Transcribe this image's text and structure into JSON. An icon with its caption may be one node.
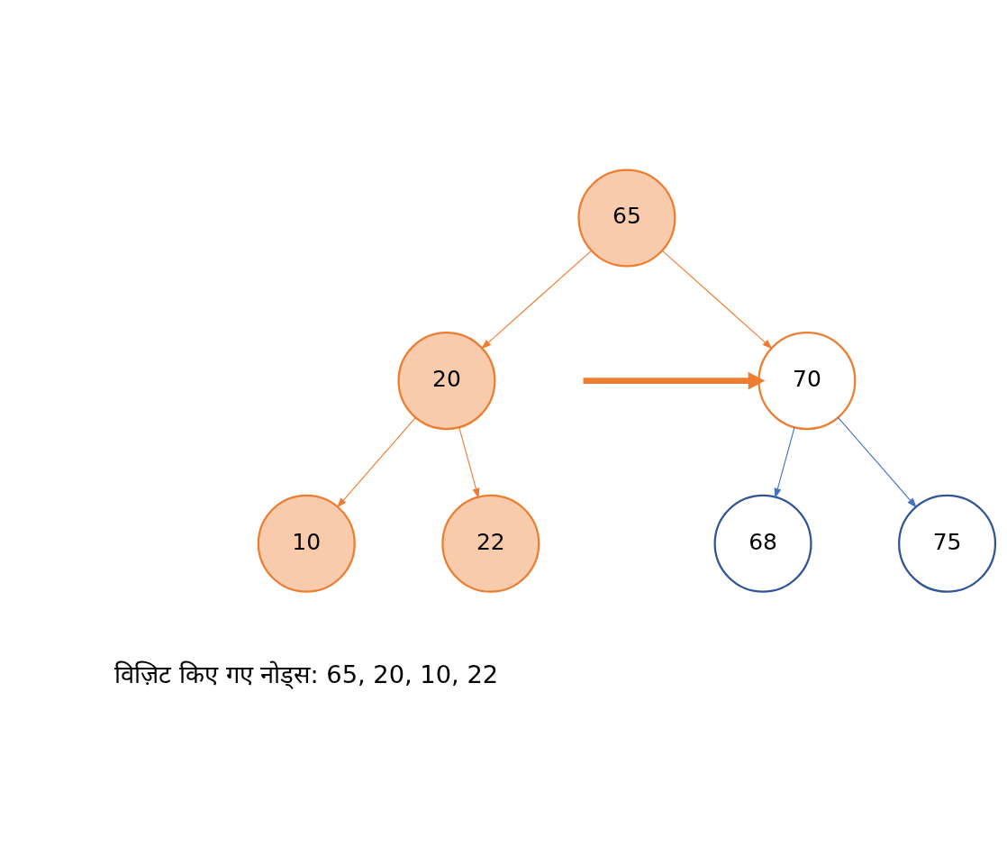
{
  "diagram": {
    "nodes": [
      {
        "text": [
          "65"
        ]
      },
      {
        "text": [
          "20"
        ]
      },
      {
        "text": [
          "70"
        ]
      },
      {
        "text": [
          "10"
        ]
      },
      {
        "text": [
          "22"
        ]
      },
      {
        "text": [
          "68"
        ]
      },
      {
        "text": [
          "75"
        ]
      }
    ],
    "edges": [
      {
        "from": 0,
        "to": 1,
        "arrow": "to"
      },
      {
        "from": 0,
        "to": 2,
        "arrow": "to"
      },
      {
        "from": 1,
        "to": 3,
        "arrow": "to"
      },
      {
        "from": 1,
        "to": 4,
        "arrow": "to"
      },
      {
        "from": 2,
        "to": 5,
        "arrow": "to",
        "color": "#4472c4"
      },
      {
        "from": 2,
        "to": 6,
        "arrow": "to",
        "color": "#4472c4"
      },
      {
        "from": null,
        "to": 2,
        "arrow": "to",
        "style": "thick"
      }
    ],
    "labels": [
      "विज़िट किए गए नोड्स: 65, 20, 10, 22"
    ]
  }
}
